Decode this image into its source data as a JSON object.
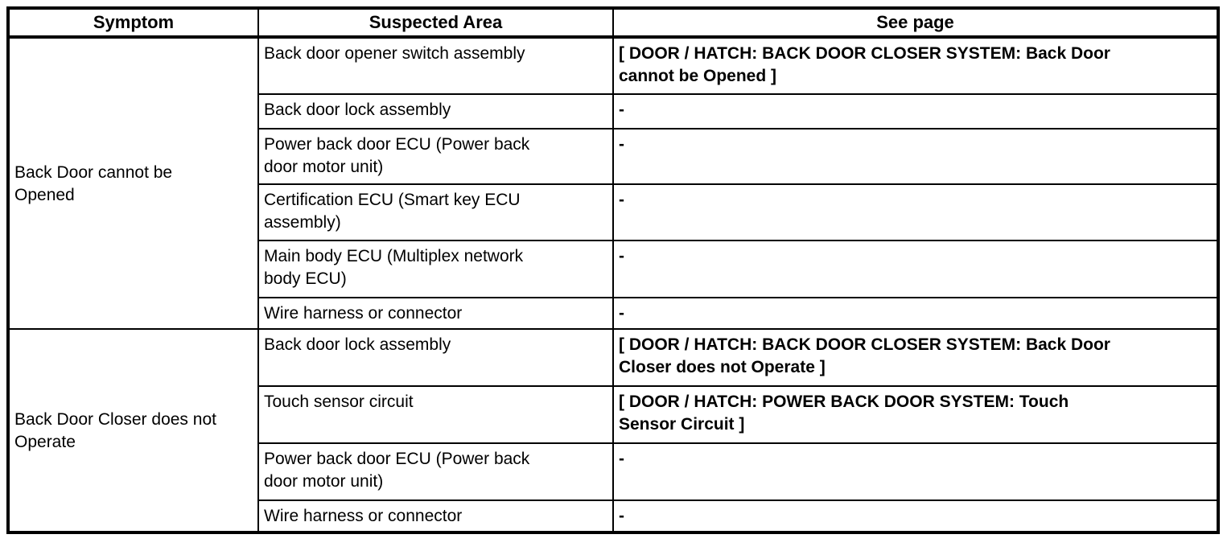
{
  "colors": {
    "text": "#000000",
    "border": "#000000",
    "background": "#ffffff"
  },
  "table": {
    "headers": {
      "symptom": "Symptom",
      "suspected_area": "Suspected Area",
      "see_page": "See page"
    },
    "empty_value": "-",
    "groups": [
      {
        "symptom": [
          "Back Door cannot be",
          "Opened"
        ],
        "rows": [
          {
            "area": "Back door opener switch assembly",
            "see_page": [
              "[ DOOR / HATCH: BACK DOOR CLOSER SYSTEM: Back Door",
              "cannot be Opened ]"
            ]
          },
          {
            "area": "Back door lock assembly",
            "see_page": "-"
          },
          {
            "area": [
              "Power back door ECU (Power back",
              "door motor unit)"
            ],
            "see_page": "-"
          },
          {
            "area": [
              "Certification ECU (Smart key ECU",
              "assembly)"
            ],
            "see_page": "-"
          },
          {
            "area": [
              "Main body ECU (Multiplex network",
              "body ECU)"
            ],
            "see_page": "-"
          },
          {
            "area": "Wire harness or connector",
            "see_page": "-"
          }
        ]
      },
      {
        "symptom": [
          "Back Door Closer does not",
          "Operate"
        ],
        "rows": [
          {
            "area": "Back door lock assembly",
            "see_page": [
              "[ DOOR / HATCH: BACK DOOR CLOSER SYSTEM: Back Door",
              "Closer does not Operate ]"
            ]
          },
          {
            "area": "Touch sensor circuit",
            "see_page": [
              "[ DOOR / HATCH: POWER BACK DOOR SYSTEM: Touch",
              "Sensor Circuit ]"
            ]
          },
          {
            "area": [
              "Power back door ECU (Power back",
              "door motor unit)"
            ],
            "see_page": "-"
          },
          {
            "area": "Wire harness or connector",
            "see_page": "-"
          }
        ]
      }
    ]
  }
}
